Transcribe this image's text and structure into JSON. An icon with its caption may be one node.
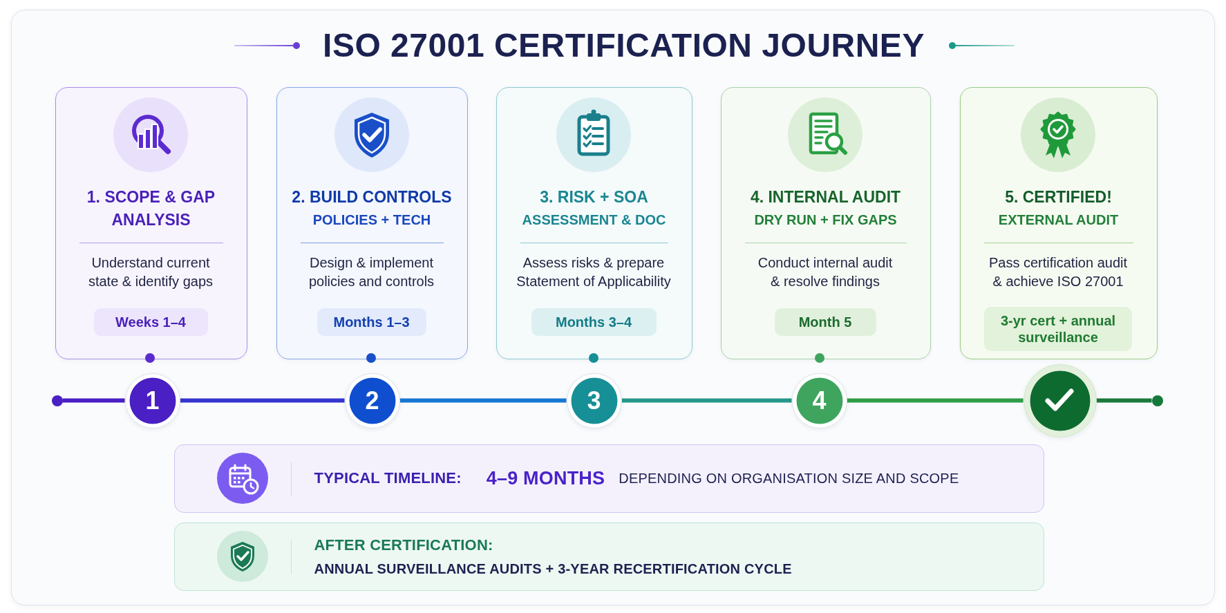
{
  "diagram": {
    "title": "ISO 27001 CERTIFICATION JOURNEY",
    "nodes": [
      {
        "text": [
          "1. SCOPE & GAP ANALYSIS",
          "Understand current state & identify gaps"
        ]
      },
      {
        "text": [
          "Weeks 1–4"
        ],
        "in": 0
      },
      {
        "text": [
          "2. BUILD CONTROLS",
          "POLICIES + TECH",
          "Design & implement policies and controls"
        ]
      },
      {
        "text": [
          "Months 1–3"
        ],
        "in": 2
      },
      {
        "text": [
          "3. RISK + SOA",
          "ASSESSMENT & DOC",
          "Assess risks & prepare Statement of Applicability"
        ]
      },
      {
        "text": [
          "Months 3–4"
        ],
        "in": 4
      },
      {
        "text": [
          "4. INTERNAL AUDIT",
          "DRY RUN + FIX GAPS",
          "Conduct internal audit & resolve findings"
        ]
      },
      {
        "text": [
          "Month 5"
        ],
        "in": 6
      },
      {
        "text": [
          "5. CERTIFIED!",
          "EXTERNAL AUDIT",
          "Pass certification audit & achieve ISO 27001"
        ]
      },
      {
        "text": [
          "3-yr cert + annual surveillance"
        ],
        "in": 8
      },
      {
        "text": [],
        "shape": "circle"
      },
      {
        "text": [
          "1"
        ]
      },
      {
        "text": [
          "2"
        ]
      },
      {
        "text": [
          "3"
        ]
      },
      {
        "text": [
          "4"
        ]
      },
      {
        "text": [],
        "shape": "circle"
      },
      {
        "text": [],
        "shape": "circle"
      },
      {
        "text": [
          "TYPICAL TIMELINE:",
          "4–9 MONTHS",
          "DEPENDING ON ORGANISATION SIZE AND SCOPE"
        ]
      },
      {
        "text": [
          "AFTER CERTIFICATION:",
          "ANNUAL SURVEILLANCE AUDITS + 3-YEAR RECERTIFICATION CYCLE"
        ]
      }
    ],
    "edges": [
      {
        "from": 10,
        "to": 11,
        "arrow": "none",
        "color": "#4a1fc4"
      },
      {
        "from": 11,
        "to": 12,
        "arrow": "none",
        "color": "#3535d0"
      },
      {
        "from": 12,
        "to": 13,
        "arrow": "none",
        "color": "#1677d2"
      },
      {
        "from": 13,
        "to": 14,
        "arrow": "none",
        "color": "#24988a"
      },
      {
        "from": 14,
        "to": 15,
        "arrow": "none",
        "color": "#2e9e48"
      },
      {
        "from": 15,
        "to": 16,
        "arrow": "none",
        "color": "#1a7a3a"
      }
    ]
  }
}
